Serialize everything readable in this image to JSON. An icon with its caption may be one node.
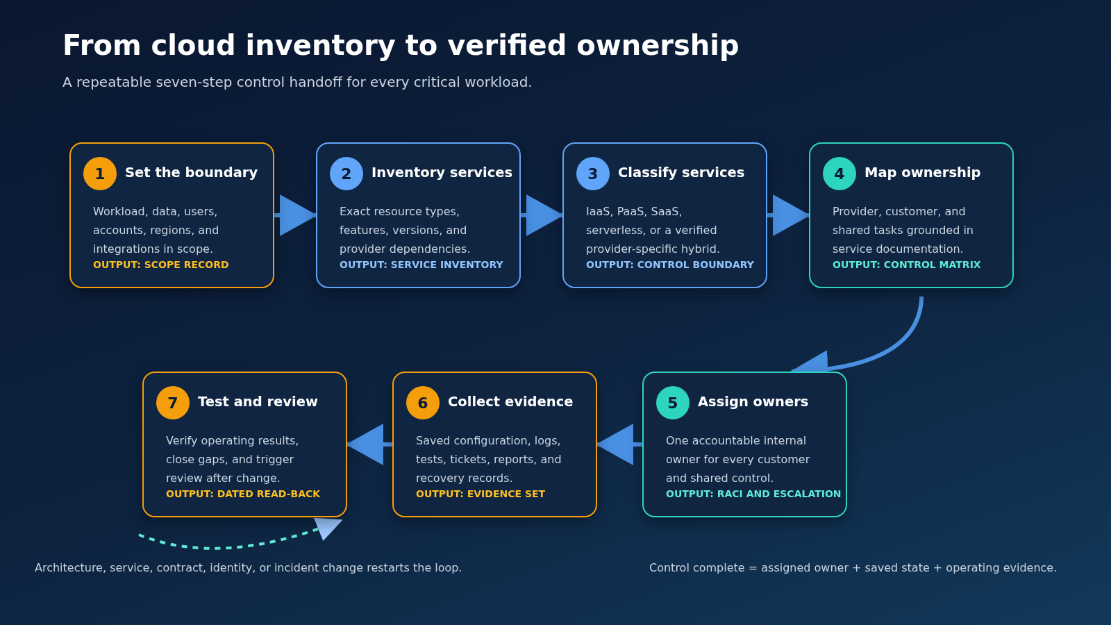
{
  "diagram": {
    "title": "From cloud inventory to verified ownership",
    "caption": "A repeatable seven-step control handoff for every critical workload.",
    "nodes": [
      {
        "text": [
          "1",
          "Set the boundary",
          "Workload, data, users, accounts, regions, and integrations in scope.",
          "OUTPUT: SCOPE RECORD"
        ]
      },
      {
        "text": [
          "2",
          "Inventory services",
          "Exact resource types, features, versions, and provider dependencies.",
          "OUTPUT: SERVICE INVENTORY"
        ]
      },
      {
        "text": [
          "3",
          "Classify services",
          "IaaS, PaaS, SaaS, serverless, or a verified provider-specific hybrid.",
          "OUTPUT: CONTROL BOUNDARY"
        ]
      },
      {
        "text": [
          "4",
          "Map ownership",
          "Provider, customer, and shared tasks grounded in service documentation.",
          "OUTPUT: CONTROL MATRIX"
        ]
      },
      {
        "text": [
          "5",
          "Assign owners",
          "One accountable internal owner for every customer and shared control.",
          "OUTPUT: RACI AND ESCALATION"
        ]
      },
      {
        "text": [
          "6",
          "Collect evidence",
          "Saved configuration, logs, tests, tickets, reports, and recovery records.",
          "OUTPUT: EVIDENCE SET"
        ]
      },
      {
        "text": [
          "7",
          "Test and review",
          "Verify operating results, close gaps, and trigger review after change.",
          "OUTPUT: DATED READ-BACK"
        ]
      }
    ],
    "edges": [
      {
        "from": 0,
        "to": 1,
        "arrow": "to"
      },
      {
        "from": 1,
        "to": 2,
        "arrow": "to"
      },
      {
        "from": 2,
        "to": 3,
        "arrow": "to"
      },
      {
        "from": 3,
        "to": 4,
        "arrow": "to"
      },
      {
        "from": 4,
        "to": 5,
        "arrow": "to"
      },
      {
        "from": 5,
        "to": 6,
        "arrow": "to"
      },
      {
        "from": null,
        "to": 6,
        "arrow": "to",
        "style": "dashed",
        "color": "#5eead4"
      }
    ],
    "labels": [
      "Architecture, service, contract, identity, or incident change restarts the loop.",
      "Control complete = assigned owner + saved state + operating evidence."
    ]
  }
}
